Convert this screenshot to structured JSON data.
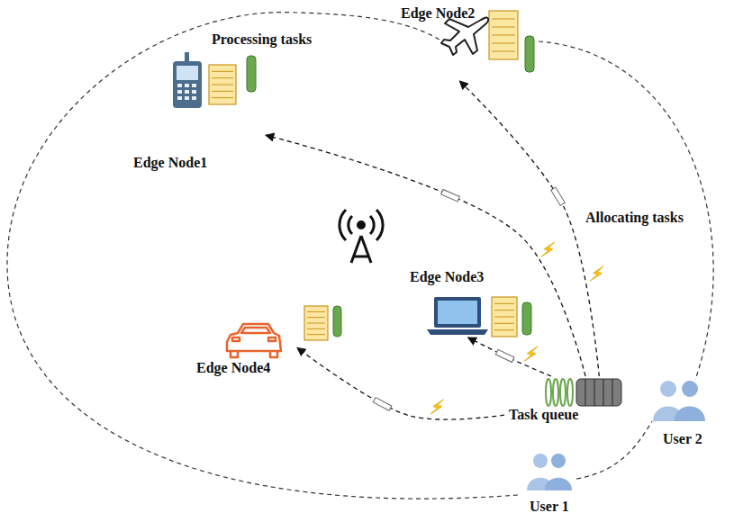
{
  "diagram": {
    "nodes": [
      {
        "text": [
          "Edge Node2"
        ]
      },
      {
        "text": [
          "Edge Node1"
        ]
      },
      {
        "text": [
          "Edge Node3"
        ]
      },
      {
        "text": [
          "Edge Node4"
        ]
      },
      {
        "text": [
          "Task queue"
        ]
      },
      {
        "text": [
          "User 1"
        ]
      },
      {
        "text": [
          "User 2"
        ]
      }
    ],
    "edges": [
      {
        "from": 4,
        "to": 0,
        "arrow": "to"
      },
      {
        "from": 4,
        "to": 1,
        "arrow": "to"
      },
      {
        "from": 4,
        "to": 2,
        "arrow": "to"
      },
      {
        "from": 4,
        "to": 3,
        "arrow": "to"
      }
    ],
    "labels": [
      "Processing tasks",
      "Allocating tasks"
    ]
  }
}
